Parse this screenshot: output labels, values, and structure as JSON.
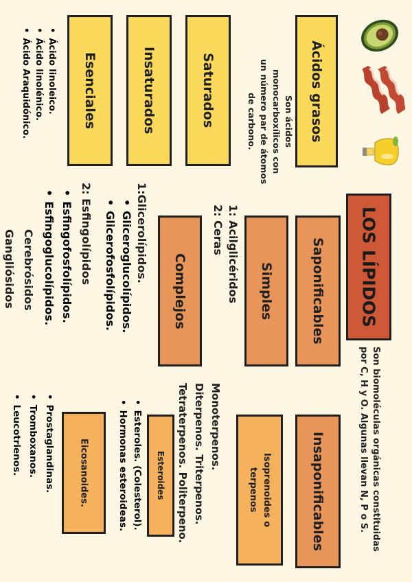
{
  "title": "LOS LÍPIDOS",
  "definition": [
    "Son biomoléculas orgánicas constituidas",
    "por C, H y O. Algunas llevan N, P o S."
  ],
  "acidos_grasos": {
    "label": "Ácidos grasos",
    "description": [
      "Son ácidos",
      "monocarboxílicos con",
      "un número par de átomos",
      "de carbono."
    ],
    "types": [
      "Saturados",
      "Insaturados",
      "Esenciales"
    ],
    "esenciales_list": [
      "Ácido linoleico.",
      "Ácido linolénico.",
      "Ácido Araquidónico."
    ]
  },
  "saponificables": {
    "label": "Saponificables",
    "simples": {
      "label": "Simples",
      "items": [
        "1: Acilglicéridos",
        "2: Ceras"
      ]
    },
    "complejos": {
      "label": "Complejos",
      "group1": "1:Glicerolípidos.",
      "group1_items": [
        "Gliceroglucolípidos.",
        "Glicerofosfolípidos."
      ],
      "group2": "2:  Esfingolípidos",
      "group2_items": [
        "Esfingofosfolípidos.",
        "Esfingoglucolípidos."
      ],
      "sub1": "Cerebrósidos",
      "sub2": "Gangliósidos"
    }
  },
  "insaponificables": {
    "label": "Insaponificables",
    "isoprenoides": {
      "label": [
        "Isoprenoides o",
        "terpenos"
      ],
      "types": [
        "Monoterpenos.",
        "Diterpenos. Triterpenos.",
        "Tetraterpenos. Politerpeno."
      ]
    },
    "esteroides": {
      "label": "Esteroides",
      "items": [
        "Esteroles. (Colesterol).",
        "Hormonas esteroideas."
      ]
    },
    "eicosanoides": {
      "label": "Eicosanoides.",
      "items": [
        "Prostaglandinas.",
        "Tromboxanos.",
        "Leucotrienos."
      ]
    }
  },
  "icons": [
    "avocado-icon",
    "bacon-icon",
    "oil-bottle-icon"
  ],
  "colors": {
    "background": "#fdf7e3",
    "yellow_box": "#fbd95a",
    "orange_box": "#e8955a",
    "light_orange_box": "#f6b15d",
    "title_red": "#cf5837"
  }
}
